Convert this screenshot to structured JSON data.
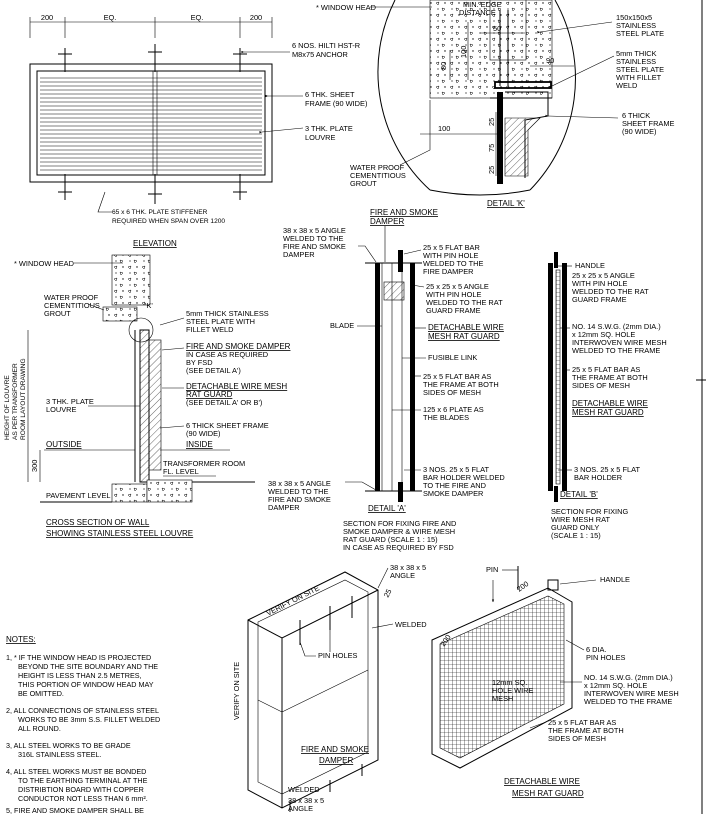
{
  "elevation": {
    "dims": [
      "200",
      "EQ.",
      "EQ.",
      "200"
    ],
    "anchor_note": [
      "6 NOS. HILTI HST-R",
      "M8x75 ANCHOR"
    ],
    "frame_note": [
      "6 THK. SHEET",
      "FRAME (90 WIDE)"
    ],
    "louvre_note": [
      "3 THK. PLATE",
      "LOUVRE"
    ],
    "stiffener_note": [
      "65 x 6 THK. PLATE STIFFENER",
      "REQUIRED WHEN SPAN OVER 1200"
    ],
    "title": "ELEVATION"
  },
  "detail_k": {
    "window_head": "* WINDOW HEAD",
    "min_edge": [
      "MIN. EDGE",
      "DISTANCE"
    ],
    "dims": {
      "d50": "50",
      "d100v": "100",
      "d80": "80",
      "d90": "90",
      "d100h": "100",
      "d25a": "25",
      "d75": "75",
      "d25b": "25"
    },
    "plate_note": [
      "150x150x5",
      "STAINLESS",
      "STEEL PLATE"
    ],
    "weld_note": [
      "5mm THICK",
      "STAINLESS",
      "STEEL PLATE",
      "WITH FILLET",
      "WELD"
    ],
    "frame_note": [
      "6 THICK",
      "SHEET FRAME",
      "(90 WIDE)"
    ],
    "grout_note": [
      "WATER PROOF",
      "CEMENTITIOUS",
      "GROUT"
    ],
    "title": "DETAIL 'K'"
  },
  "section": {
    "window_head": "* WINDOW HEAD",
    "grout_note": [
      "WATER PROOF",
      "CEMENTITIOUS",
      "GROUT"
    ],
    "k_mark": "'K'",
    "plate_note": [
      "5mm THICK STAINLESS",
      "STEEL PLATE WITH",
      "FILLET WELD"
    ],
    "damper_title": "FIRE AND SMOKE DAMPER",
    "damper_note": [
      "IN CASE AS REQUIRED",
      "BY FSD",
      "(SEE DETAIL A')"
    ],
    "guard_title": [
      "DETACHABLE WIRE MESH",
      "RAT GUARD"
    ],
    "guard_note": "(SEE DETAIL A' OR B')",
    "louvre_note": [
      "3 THK. PLATE",
      "LOUVRE"
    ],
    "height_note": [
      "HEIGHT OF LOUVRE",
      "AS PER TRANSFORMER",
      "ROOM LAYOUT DRAWING"
    ],
    "frame_note": [
      "6 THICK SHEET FRAME",
      "(90 WIDE)"
    ],
    "outside": "OUTSIDE",
    "inside": "INSIDE",
    "dim300": "300",
    "room_level": [
      "TRANSFORMER ROOM",
      "FL. LEVEL"
    ],
    "pavement": "PAVEMENT LEVEL",
    "title": [
      "CROSS SECTION OF WALL",
      "SHOWING STAINLESS STEEL LOUVRE"
    ]
  },
  "detail_a": {
    "angle_top": [
      "38 x 38 x 5 ANGLE",
      "WELDED TO THE",
      "FIRE AND SMOKE",
      "DAMPER"
    ],
    "damper_title": [
      "FIRE AND SMOKE",
      "DAMPER"
    ],
    "pin_bar": [
      "25 x 5 FLAT BAR",
      "WITH PIN HOLE",
      "WELDED TO THE",
      "FIRE DAMPER"
    ],
    "angle_pin": [
      "25 x 25 x 5 ANGLE",
      "WITH PIN HOLE",
      "WELDED TO THE RAT",
      "GUARD FRAME"
    ],
    "blade": "BLADE",
    "guard_title": [
      "DETACHABLE WIRE",
      "MESH RAT GUARD"
    ],
    "fusible": "FUSIBLE LINK",
    "frame_bar": [
      "25 x 5 FLAT BAR AS",
      "THE FRAME AT BOTH",
      "SIDES OF MESH"
    ],
    "blades": [
      "125 x 6 PLATE AS",
      "THE BLADES"
    ],
    "holder": [
      "3 NOS. 25 x 5 FLAT",
      "BAR HOLDER WELDED",
      "TO THE FIRE AND",
      "SMOKE DAMPER"
    ],
    "angle_bottom": [
      "38 x 38 x 5 ANGLE",
      "WELDED TO THE",
      "FIRE AND SMOKE",
      "DAMPER"
    ],
    "title": "DETAIL 'A'",
    "caption": [
      "SECTION FOR FIXING FIRE AND",
      "SMOKE DAMPER & WIRE MESH",
      "RAT GUARD (SCALE 1 : 15)",
      "IN CASE AS REQUIRED BY FSD"
    ]
  },
  "detail_b": {
    "handle": "HANDLE",
    "angle": [
      "25 x 25 x 5 ANGLE",
      "WITH PIN HOLE",
      "WELDED TO THE RAT",
      "GUARD FRAME"
    ],
    "mesh": [
      "NO. 14 S.W.G. (2mm DIA.)",
      "x 12mm SQ. HOLE",
      "INTERWOVEN WIRE MESH",
      "WELDED TO THE FRAME"
    ],
    "frame_bar": [
      "25 x 5 FLAT BAR AS",
      "THE FRAME AT BOTH",
      "SIDES OF MESH"
    ],
    "guard_title": [
      "DETACHABLE WIRE",
      "MESH RAT GUARD"
    ],
    "holder": [
      "3 NOS. 25 x 5 FLAT",
      "BAR HOLDER"
    ],
    "title": "DETAIL 'B'",
    "caption": [
      "SECTION FOR FIXING",
      "WIRE MESH RAT",
      "GUARD ONLY",
      "(SCALE 1 : 15)"
    ]
  },
  "iso_damper": {
    "angle_top": [
      "38 x 38 x 5",
      "ANGLE"
    ],
    "verify1": "VERIFY ON SITE",
    "verify2": "VERIFY ON SITE",
    "welded1": "WELDED",
    "pin_holes": "PIN HOLES",
    "welded2": "WELDED",
    "angle_bottom": [
      "38 x 38 x 5",
      "ANGLE"
    ],
    "dim25": "25",
    "title": [
      "FIRE AND SMOKE",
      "DAMPER"
    ]
  },
  "iso_guard": {
    "pin": "PIN",
    "handle": "HANDLE",
    "dim200a": "200",
    "dim200b": "200",
    "pin_holes": [
      "6 DIA.",
      "PIN HOLES"
    ],
    "mesh": [
      "NO. 14 S.W.G. (2mm DIA.)",
      "x 12mm SQ. HOLE",
      "INTERWOVEN WIRE MESH",
      "WELDED TO THE FRAME"
    ],
    "hole": [
      "12mm SQ.",
      "HOLE WIRE",
      "MESH"
    ],
    "frame_bar": [
      "25 x 5 FLAT BAR AS",
      "THE FRAME AT BOTH",
      "SIDES OF MESH"
    ],
    "title": [
      "DETACHABLE WIRE",
      "MESH RAT GUARD"
    ]
  },
  "notes": {
    "heading": "NOTES:",
    "items": [
      [
        "1, * IF THE WINDOW HEAD IS PROJECTED",
        "BEYOND THE SITE BOUNDARY AND THE",
        "HEIGHT IS LESS THAN 2.5 METRES,",
        "THIS PORTION OF WINDOW HEAD MAY",
        "BE OMITTED."
      ],
      [
        "2, ALL CONNECTIONS OF STAINLESS STEEL",
        "WORKS TO BE 3mm S.S. FILLET WELDED",
        "ALL ROUND."
      ],
      [
        "3, ALL STEEL WORKS TO BE GRADE",
        "316L STAINLESS STEEL."
      ],
      [
        "4, ALL STEEL WORKS MUST BE BONDED",
        "TO THE EARTHING TERMINAL AT THE",
        "DISTRIBTION BOARD WITH COPPER",
        "CONDUCTOR NOT LESS THAN 6 mm²."
      ],
      [
        "5, FIRE AND SMOKE DAMPER SHALL BE"
      ]
    ]
  }
}
